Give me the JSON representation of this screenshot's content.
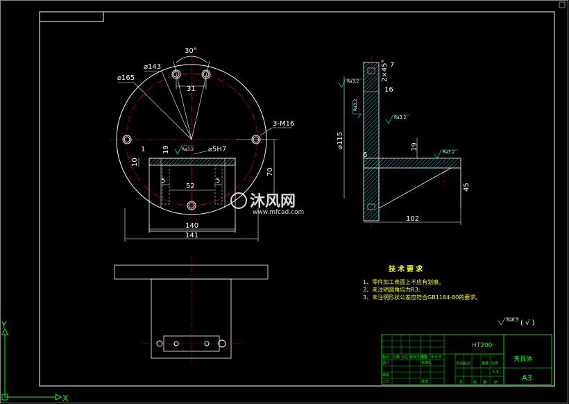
{
  "part": {
    "material": "HT200",
    "name": "夹具体",
    "sheet_size": "A3",
    "scale": "1:1"
  },
  "dimensions": {
    "angle": "30°",
    "pcd": "⌀143",
    "outer_dia": "⌀165",
    "slot_width": "31",
    "tapped_holes": "3-M16",
    "pin_hole": "⌀5H7",
    "d1": "1",
    "d19a": "19",
    "d10": "10",
    "d70": "70",
    "d5a": "5",
    "d52": "52",
    "d5b": "5",
    "d140": "140",
    "d141": "141",
    "side_7": "7",
    "side_2x45": "2×45°",
    "side_16": "16",
    "side_dia115": "⌀115",
    "side_19": "19",
    "side_6": "6",
    "side_45": "45",
    "side_102": "102"
  },
  "roughness": {
    "r1": "Ra3.2",
    "r2": "Ra3.2",
    "r3": "Ra3.2",
    "r4": "Ra3.2",
    "r5": "Ra3.2",
    "general": "Ra6.3",
    "general_suffix": "( √ )"
  },
  "tech_requirements": {
    "title": "技术要求",
    "items": [
      "1、零件加工表面上不应有划痕。",
      "2、未注明圆角均为R3;",
      "3、未注明形状公差应符合GB1184-80的要求。"
    ]
  },
  "title_block": {
    "labels": [
      "标记",
      "处数",
      "分区",
      "更改文件号",
      "签名",
      "年月日",
      "设计",
      "标准化",
      "审核",
      "工艺",
      "批准",
      "阶段标记",
      "重量",
      "比例",
      "共",
      "张",
      "第",
      "张"
    ]
  },
  "watermark": {
    "brand": "沐风网",
    "url": "www.mfcad.com"
  },
  "ucs": {
    "x_label": "X",
    "y_label": "Y"
  },
  "colors": {
    "background": "#000000",
    "outline": "#ffffff",
    "centerline": "#ff0000",
    "hatch": "#00c8c8",
    "title_block": "#00ff00",
    "tech_text": "#ffff00",
    "roughness": "#00ffff"
  }
}
